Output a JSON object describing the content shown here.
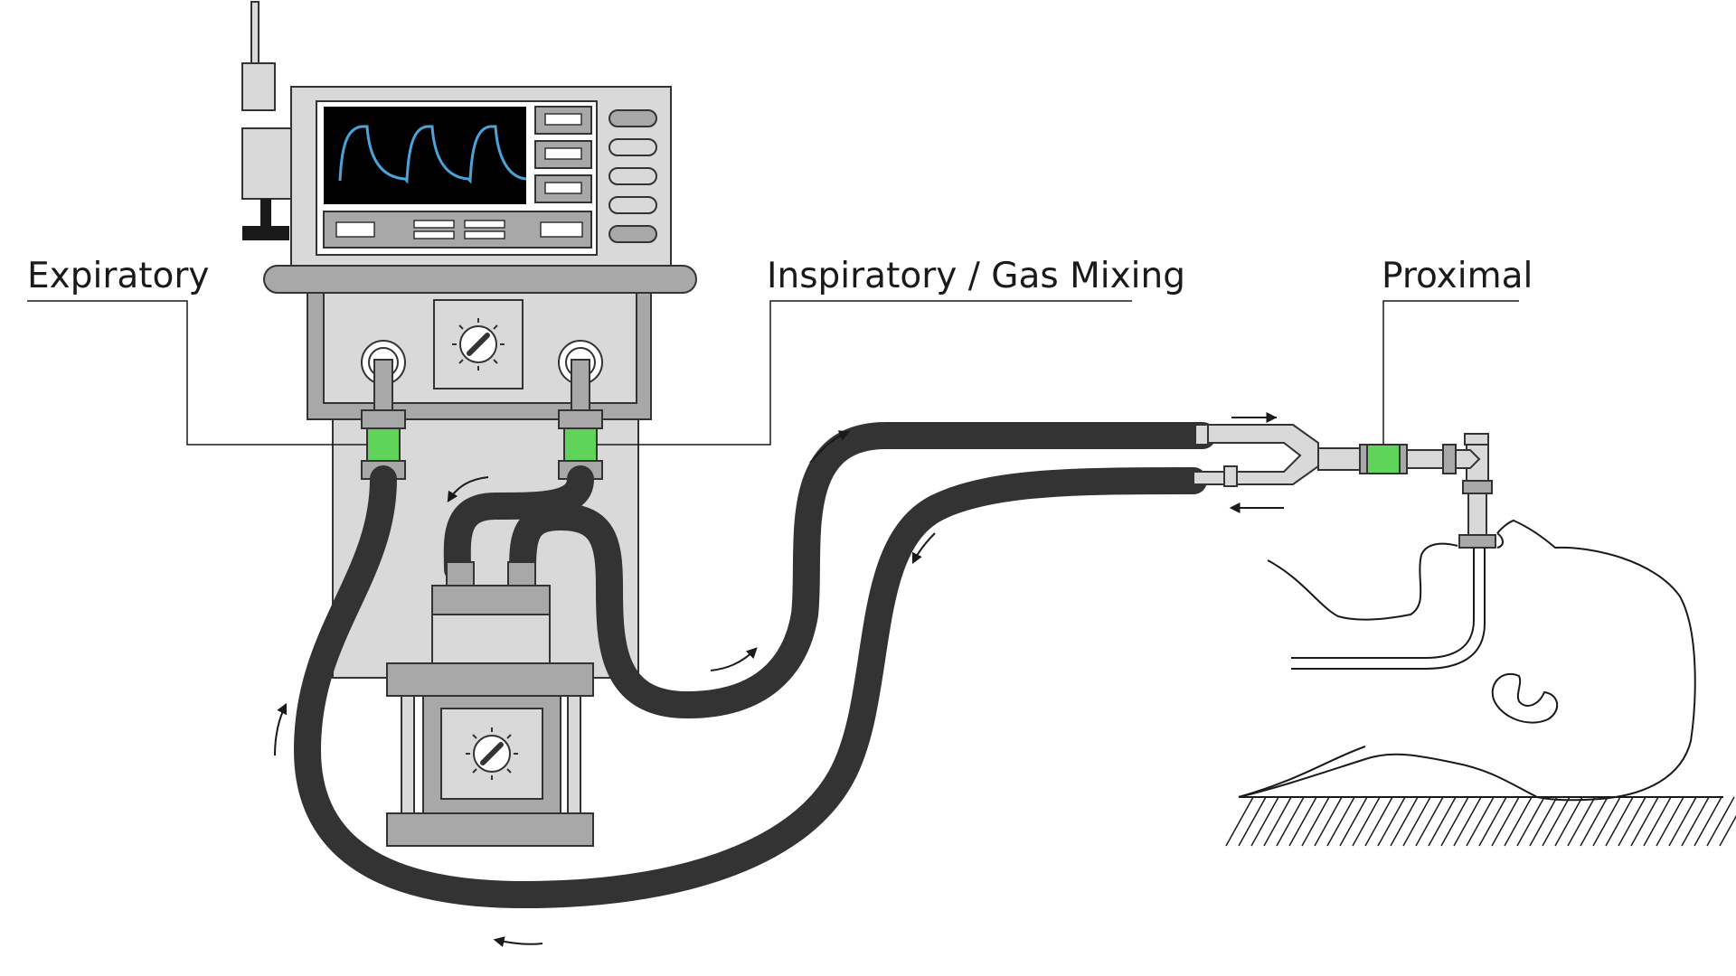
{
  "labels": {
    "expiratory": "Expiratory",
    "inspiratory": "Inspiratory / Gas Mixing",
    "proximal": "Proximal"
  },
  "colors": {
    "sensor": "#5fd35a",
    "housing": "#d9d9d9",
    "housing_dark": "#a8a8a8",
    "screen": "#000000",
    "waveform": "#4aa3d9",
    "outline": "#333333"
  },
  "icons": {
    "dial": "dial-knob-icon",
    "flow_arrow": "flow-arrow-icon"
  }
}
